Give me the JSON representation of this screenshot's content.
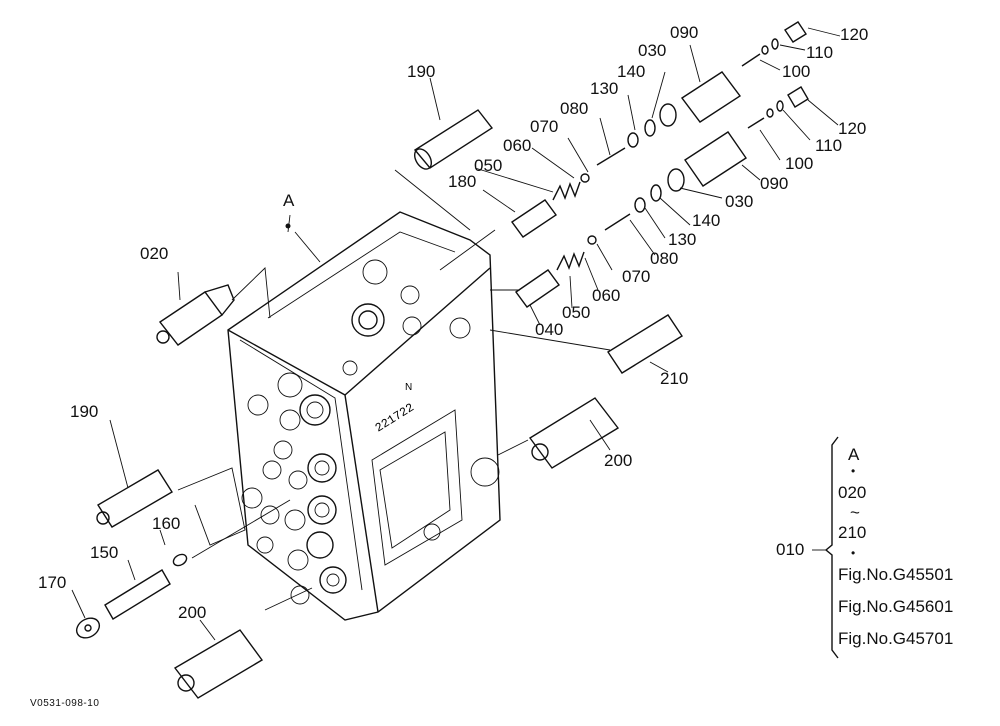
{
  "drawing_ref": "V0531-098-10",
  "body_marker": "A",
  "callouts": {
    "p190a": "190",
    "p190b": "190",
    "p020": "020",
    "p180": "180",
    "p050a": "050",
    "p060a": "060",
    "p070a": "070",
    "p080a": "080",
    "p130a": "130",
    "p140a": "140",
    "p030a": "030",
    "p090a": "090",
    "p100a": "100",
    "p110a": "110",
    "p120a": "120",
    "p120b": "120",
    "p110b": "110",
    "p100b": "100",
    "p090b": "090",
    "p030b": "030",
    "p140b": "140",
    "p130b": "130",
    "p080b": "080",
    "p070b": "070",
    "p060b": "060",
    "p050b": "050",
    "p040": "040",
    "p210": "210",
    "p200a": "200",
    "p200b": "200",
    "p160": "160",
    "p150": "150",
    "p170": "170"
  },
  "legend": {
    "assembly": "010",
    "ref": "A",
    "dot": "•",
    "from": "020",
    "tilde": "~",
    "to": "210",
    "fig1": "Fig.No.G45501",
    "fig2": "Fig.No.G45601",
    "fig3": "Fig.No.G45701"
  }
}
